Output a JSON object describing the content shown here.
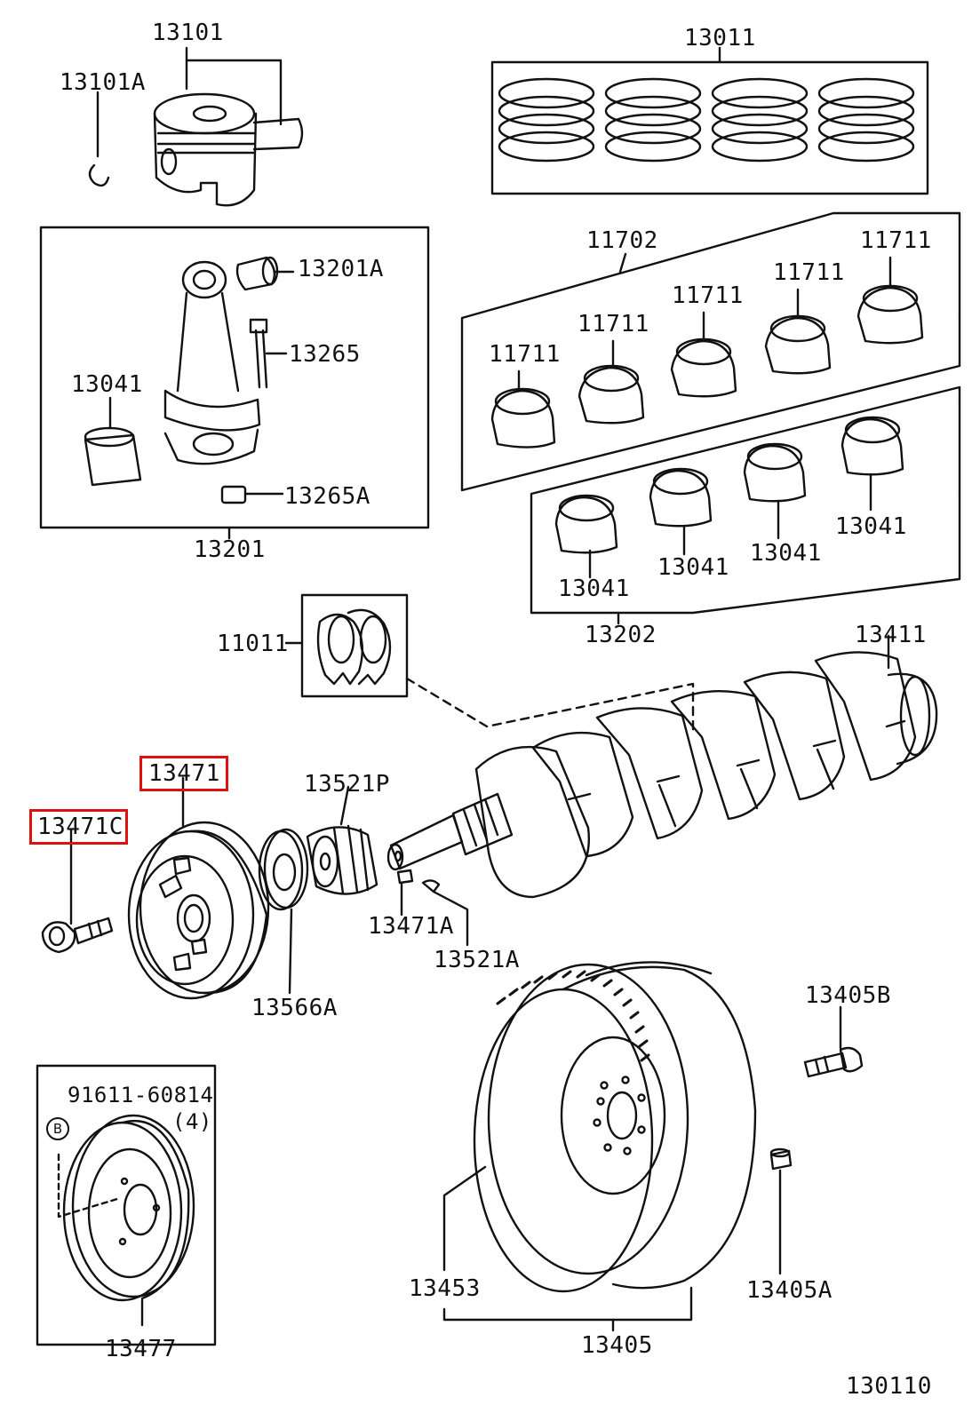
{
  "diagram": {
    "highlight_color": "#e01010",
    "labels": {
      "l13101": "13101",
      "l13101a": "13101A",
      "l13011": "13011",
      "l13201a": "13201A",
      "l13265": "13265",
      "l13041_rod": "13041",
      "l13265a": "13265A",
      "l13201": "13201",
      "l11702": "11702",
      "l11711_a": "11711",
      "l11711_b": "11711",
      "l11711_c": "11711",
      "l11711_d": "11711",
      "l11711_e": "11711",
      "l13041_a": "13041",
      "l13041_b": "13041",
      "l13041_c": "13041",
      "l13041_d": "13041",
      "l13202": "13202",
      "l11011": "11011",
      "l13411": "13411",
      "l13471": "13471",
      "l13471c": "13471C",
      "l13521p": "13521P",
      "l13471a": "13471A",
      "l13521a": "13521A",
      "l13566a": "13566A",
      "l13405b": "13405B",
      "l91611": "91611-60814",
      "l_qty4": "(4)",
      "l_b": "B",
      "l13453": "13453",
      "l13405a": "13405A",
      "l13405": "13405",
      "l13477": "13477",
      "l130110": "130110"
    }
  }
}
